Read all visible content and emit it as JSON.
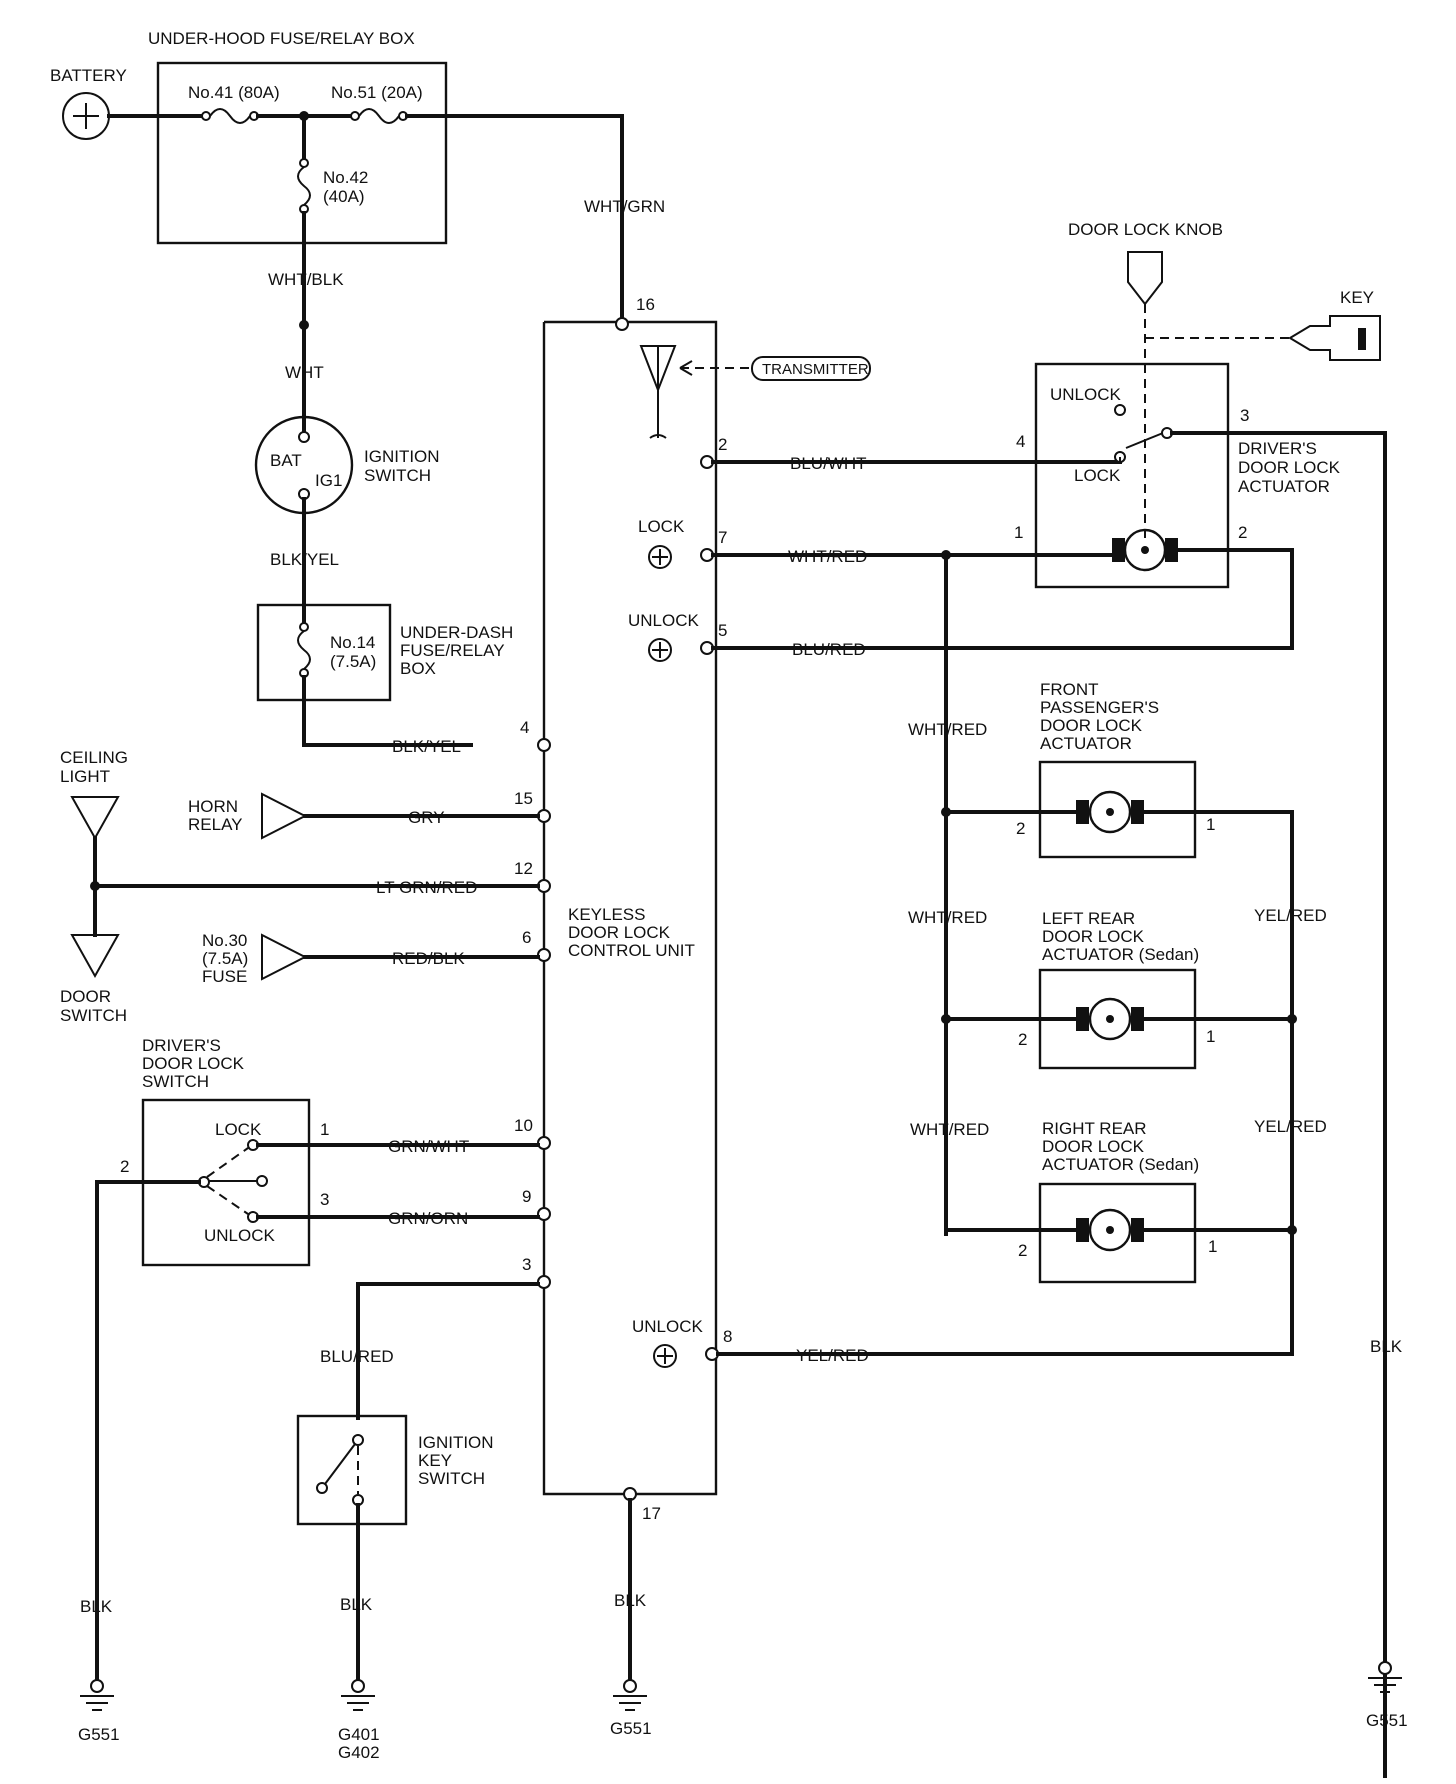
{
  "labels": {
    "fuse_box_title": "UNDER-HOOD FUSE/RELAY BOX",
    "battery": "BATTERY",
    "fuse41": "No.41 (80A)",
    "fuse51": "No.51 (20A)",
    "fuse42_a": "No.42",
    "fuse42_b": "(40A)",
    "wht_blk": "WHT/BLK",
    "wht": "WHT",
    "wht_grn": "WHT/GRN",
    "bat": "BAT",
    "ig1": "IG1",
    "ignition_switch_a": "IGNITION",
    "ignition_switch_b": "SWITCH",
    "blk_yel_a": "BLK/YEL",
    "blk_yel_b": "BLK/YEL",
    "fuse14_a": "No.14",
    "fuse14_b": "(7.5A)",
    "under_dash_a": "UNDER-DASH",
    "under_dash_b": "FUSE/RELAY",
    "under_dash_c": "BOX",
    "ceiling_a": "CEILING",
    "ceiling_b": "LIGHT",
    "horn_a": "HORN",
    "horn_b": "RELAY",
    "gry": "GRY",
    "lt_grn_red": "LT GRN/RED",
    "fuse30_a": "No.30",
    "fuse30_b": "(7.5A)",
    "fuse30_c": "FUSE",
    "red_blk": "RED/BLK",
    "door_switch_a": "DOOR",
    "door_switch_b": "SWITCH",
    "keyless_a": "KEYLESS",
    "keyless_b": "DOOR LOCK",
    "keyless_c": "CONTROL UNIT",
    "transmitter": "TRANSMITTER",
    "pin16": "16",
    "pin2": "2",
    "pin7": "7",
    "pin5": "5",
    "pin4": "4",
    "pin15": "15",
    "pin12": "12",
    "pin6": "6",
    "pin10": "10",
    "pin9": "9",
    "pin3": "3",
    "pin8": "8",
    "pin17": "17",
    "lock_plus": "LOCK",
    "unlock_plus_a": "UNLOCK",
    "unlock_plus_b": "UNLOCK",
    "blu_wht": "BLU/WHT",
    "wht_red_main": "WHT/RED",
    "blu_red_main": "BLU/RED",
    "door_lock_knob": "DOOR LOCK KNOB",
    "key": "KEY",
    "unlock_sw": "UNLOCK",
    "lock_sw": "LOCK",
    "act_pin4": "4",
    "act_pin3": "3",
    "act_pin1": "1",
    "act_pin2": "2",
    "drivers_act_a": "DRIVER'S",
    "drivers_act_b": "DOOR LOCK",
    "drivers_act_c": "ACTUATOR",
    "front_pass_a": "FRONT",
    "front_pass_b": "PASSENGER'S",
    "front_pass_c": "DOOR LOCK",
    "front_pass_d": "ACTUATOR",
    "left_rear_a": "LEFT REAR",
    "left_rear_b": "DOOR LOCK",
    "left_rear_c": "ACTUATOR (Sedan)",
    "right_rear_a": "RIGHT REAR",
    "right_rear_b": "DOOR LOCK",
    "right_rear_c": "ACTUATOR (Sedan)",
    "wht_red_1": "WHT/RED",
    "wht_red_2": "WHT/RED",
    "wht_red_3": "WHT/RED",
    "yel_red_1": "YEL/RED",
    "yel_red_2": "YEL/RED",
    "yel_red_3": "YEL/RED",
    "fp_pin2": "2",
    "fp_pin1": "1",
    "lr_pin2": "2",
    "lr_pin1": "1",
    "rr_pin2": "2",
    "rr_pin1": "1",
    "blk_right": "BLK",
    "drv_sw_a": "DRIVER'S",
    "drv_sw_b": "DOOR LOCK",
    "drv_sw_c": "SWITCH",
    "dsw_lock": "LOCK",
    "dsw_unlock": "UNLOCK",
    "dsw_pin1": "1",
    "dsw_pin2": "2",
    "dsw_pin3": "3",
    "grn_wht": "GRN/WHT",
    "grn_orn": "GRN/ORN",
    "blu_red_key": "BLU/RED",
    "ign_key_a": "IGNITION",
    "ign_key_b": "KEY",
    "ign_key_c": "SWITCH",
    "blk1": "BLK",
    "blk2": "BLK",
    "blk3": "BLK",
    "g551_a": "G551",
    "g401": "G401",
    "g402": "G402",
    "g551_b": "G551",
    "g551_c": "G551"
  }
}
